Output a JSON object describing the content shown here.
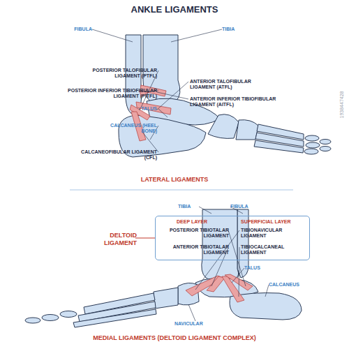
{
  "diagram": {
    "title": "ANKLE LIGAMENTS",
    "nodes": [
      {
        "text": [
          "DELTOID LIGAMENT",
          "DEEP LAYER",
          "POSTERIOR TIBIOTALAR LIGAMENT",
          "ANTERIOR TIBIOTALAR LIGAMENT",
          "SUPERFICIAL LAYER",
          "TIBIONAVICULAR LIGAMENT",
          "TIBIOCALCANEAL LIGAMENT"
        ]
      }
    ],
    "labels": [
      "FIBULA",
      "TIBIA",
      "POSTERIOR TALOFIBULAR LIGAMENT (PTFL)",
      "POSTERIOR INFERIOR TIBIOFIBULAR LIGAMENT (PITFL)",
      "TALUS",
      "CALCANEUS (HEEL BONE)",
      "CALCANEOFIBULAR LIGAMENT (CFL)",
      "ANTERIOR TALOFIBULAR LIGAMENT (ATFL)",
      "ANTERIOR INFERIOR TIBIOFIBULAR LIGAMENT (AITFL)",
      "LATERAL LIGAMENTS",
      "TIBIA",
      "FIBULA",
      "TALUS",
      "CALCANEUS",
      "NAVICULAR",
      "MEDIAL LIGAMENTS (DELTOID LIGAMENT COMPLEX)",
      "1938447428"
    ]
  }
}
